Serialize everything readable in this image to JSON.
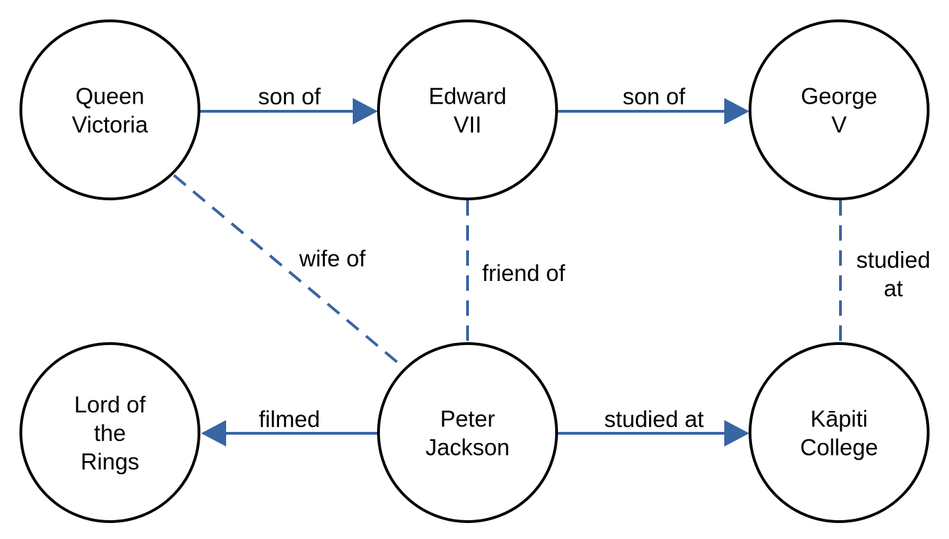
{
  "diagram": {
    "edge_color": "#3865a3",
    "node_border_color": "#000000",
    "nodes": [
      {
        "id": "queen-victoria",
        "label_lines": [
          "Queen",
          "Victoria"
        ]
      },
      {
        "id": "edward-vii",
        "label_lines": [
          "Edward",
          "VII"
        ]
      },
      {
        "id": "george-v",
        "label_lines": [
          "George",
          "V"
        ]
      },
      {
        "id": "lord-of-the-rings",
        "label_lines": [
          "Lord of",
          "the",
          "Rings"
        ]
      },
      {
        "id": "peter-jackson",
        "label_lines": [
          "Peter",
          "Jackson"
        ]
      },
      {
        "id": "kapiti-college",
        "label_lines": [
          "Kāpiti",
          "College"
        ]
      }
    ],
    "edges": [
      {
        "id": "qv-edward",
        "from": "queen-victoria",
        "to": "edward-vii",
        "style": "solid",
        "directed": true,
        "label_lines": [
          "son of"
        ]
      },
      {
        "id": "edward-george",
        "from": "edward-vii",
        "to": "george-v",
        "style": "solid",
        "directed": true,
        "label_lines": [
          "son of"
        ]
      },
      {
        "id": "qv-peter",
        "from": "queen-victoria",
        "to": "peter-jackson",
        "style": "dashed",
        "directed": false,
        "label_lines": [
          "wife of"
        ]
      },
      {
        "id": "edward-peter",
        "from": "edward-vii",
        "to": "peter-jackson",
        "style": "dashed",
        "directed": false,
        "label_lines": [
          "friend of"
        ]
      },
      {
        "id": "george-kapiti",
        "from": "george-v",
        "to": "kapiti-college",
        "style": "dashed",
        "directed": false,
        "label_lines": [
          "studied",
          "at"
        ]
      },
      {
        "id": "peter-lotr",
        "from": "peter-jackson",
        "to": "lord-of-the-rings",
        "style": "solid",
        "directed": true,
        "label_lines": [
          "filmed"
        ]
      },
      {
        "id": "peter-kapiti",
        "from": "peter-jackson",
        "to": "kapiti-college",
        "style": "solid",
        "directed": true,
        "label_lines": [
          "studied at"
        ]
      }
    ]
  }
}
